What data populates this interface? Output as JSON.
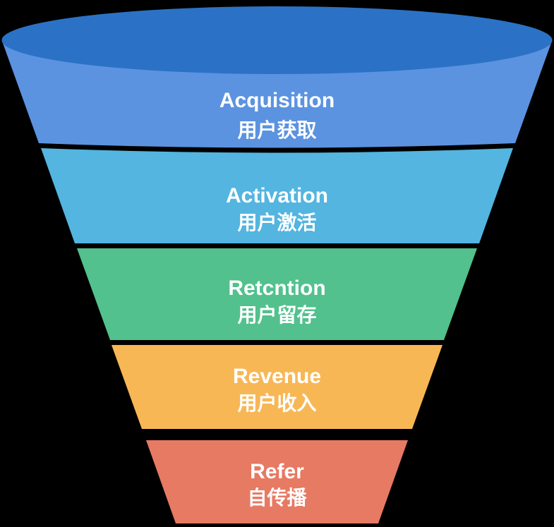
{
  "background": "#000000",
  "funnel": {
    "text_color": "#ffffff",
    "top_ellipse_color": "#2b72c6",
    "stages": [
      {
        "id": "acquisition",
        "label_en": "Acquisition",
        "label_zh": "用户获取",
        "color": "#5b93e0"
      },
      {
        "id": "activation",
        "label_en": "Activation",
        "label_zh": "用户激活",
        "color": "#53b5e0"
      },
      {
        "id": "retention",
        "label_en": "Retcntion",
        "label_zh": "用户留存",
        "color": "#52c18d"
      },
      {
        "id": "revenue",
        "label_en": "Revenue",
        "label_zh": "用户收入",
        "color": "#f8b755"
      },
      {
        "id": "refer",
        "label_en": "Refer",
        "label_zh": "自传播",
        "color": "#e77a63"
      }
    ]
  }
}
